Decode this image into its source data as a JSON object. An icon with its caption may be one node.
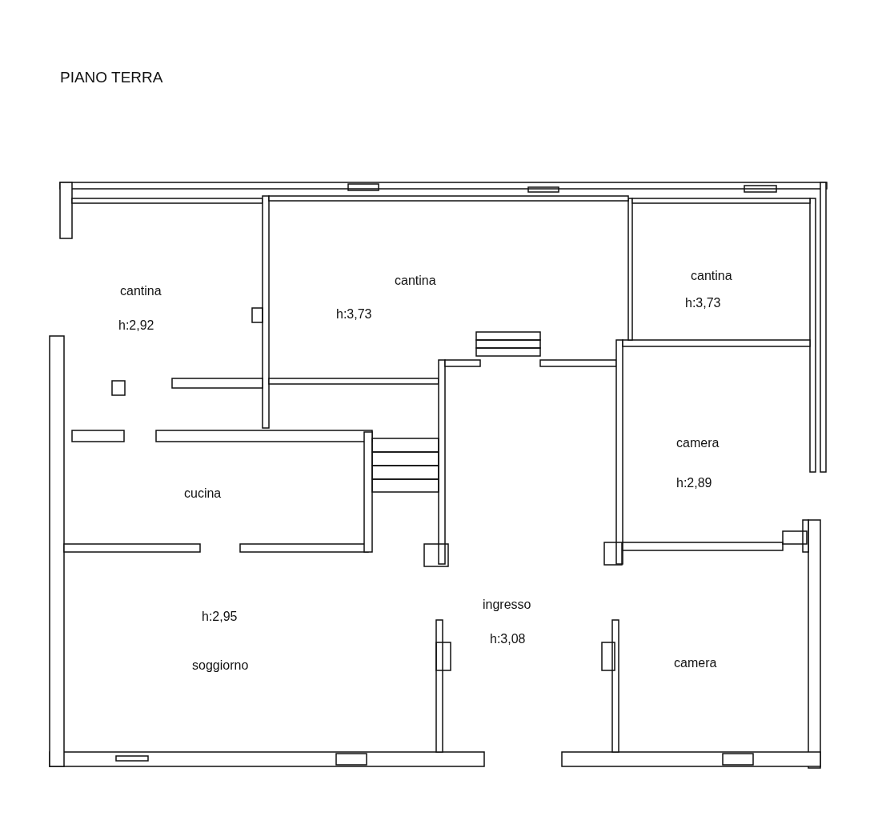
{
  "diagram": {
    "title": "PIANO TERRA",
    "labels": [
      "cantina",
      "h:2,92",
      "cantina",
      "h:3,73",
      "cantina",
      "h:3,73",
      "camera",
      "h:2,89",
      "cucina",
      "h:2,95",
      "ingresso",
      "h:3,08",
      "soggiorno",
      "camera"
    ]
  }
}
